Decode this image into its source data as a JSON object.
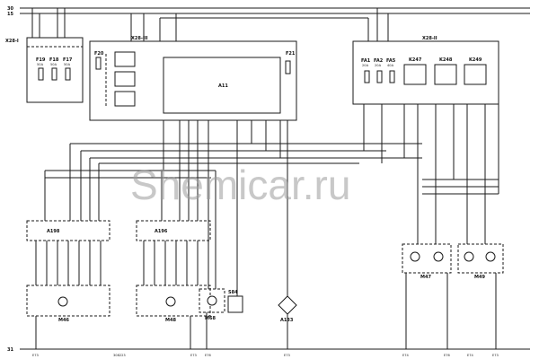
{
  "rails": {
    "top1": "30",
    "top2": "15",
    "bottom": "31"
  },
  "modules": {
    "x28_1": "X28-I",
    "x28_3": "X28-III",
    "x28_2": "X28-II",
    "a11": "A11",
    "a198": "A198",
    "a196": "A196",
    "a133": "A133",
    "m46": "M46",
    "m48": "M48",
    "m68": "M68",
    "s84": "S84",
    "m47": "M47",
    "m49": "M49"
  },
  "fuses": {
    "f19": "F19",
    "f19_rating": "50A",
    "f18": "F18",
    "f18_rating": "50A",
    "f17": "F17",
    "f17_rating": "50A",
    "f20": "F20",
    "f21": "F21",
    "fa1": "FA1",
    "fa1_rating": "20A",
    "fa2": "FA2",
    "fa2_rating": "20A",
    "fa5": "FA5",
    "fa5_rating": "40A"
  },
  "relays": {
    "k247": "K247",
    "k248": "K248",
    "k249": "K249"
  },
  "ground_labels": [
    "E73",
    "308223",
    "E73",
    "E76",
    "E73",
    "E74",
    "E76",
    "E74",
    "E73"
  ],
  "watermark": "Shemicar.ru"
}
